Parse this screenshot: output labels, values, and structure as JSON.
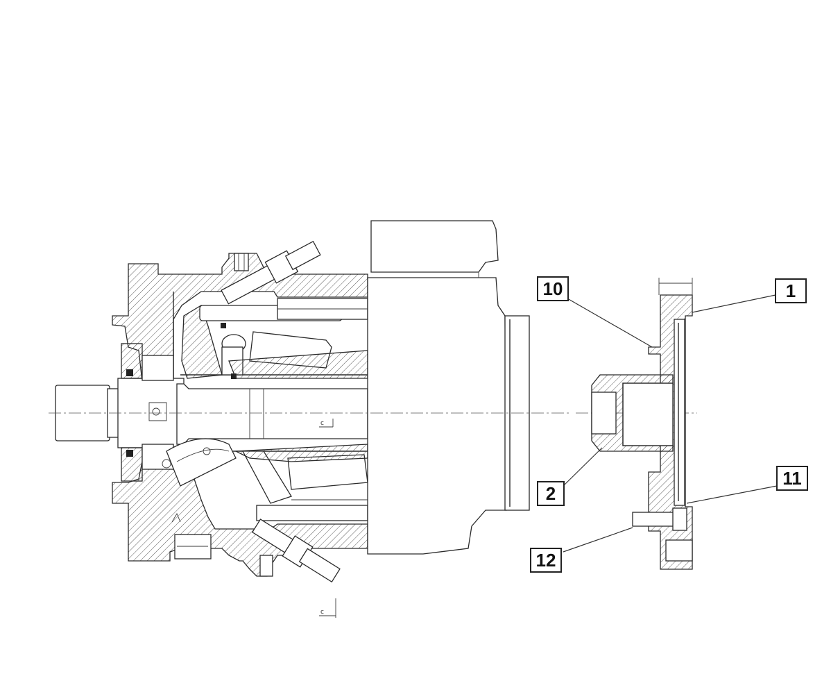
{
  "callouts": [
    {
      "id": "c1",
      "label": "1"
    },
    {
      "id": "c2",
      "label": "2"
    },
    {
      "id": "c10",
      "label": "10"
    },
    {
      "id": "c11",
      "label": "11"
    },
    {
      "id": "c12",
      "label": "12"
    }
  ]
}
